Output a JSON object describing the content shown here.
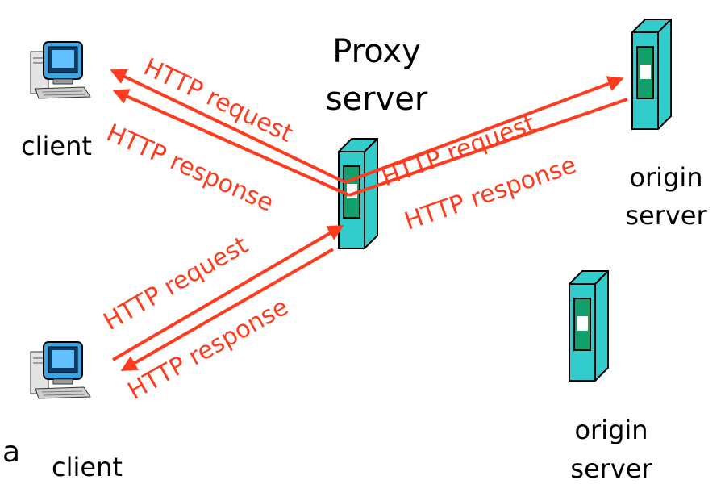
{
  "labels": {
    "proxy_line1": "Proxy",
    "proxy_line2": "server",
    "client_top": "client",
    "client_bottom": "client",
    "origin1_line1": "origin",
    "origin1_line2": "server",
    "origin2_line1": "origin",
    "origin2_line2": "server",
    "stray_a": "a"
  },
  "messages": {
    "client1_request": "HTTP request",
    "client1_response": "HTTP response",
    "origin_request": "HTTP request",
    "origin_response": "HTTP response",
    "client2_request": "HTTP request",
    "client2_response": "HTTP response"
  },
  "colors": {
    "arrow": "#ff3b1f",
    "server_body": "#33cccc",
    "server_panel": "#11a069",
    "outline": "#000000"
  }
}
